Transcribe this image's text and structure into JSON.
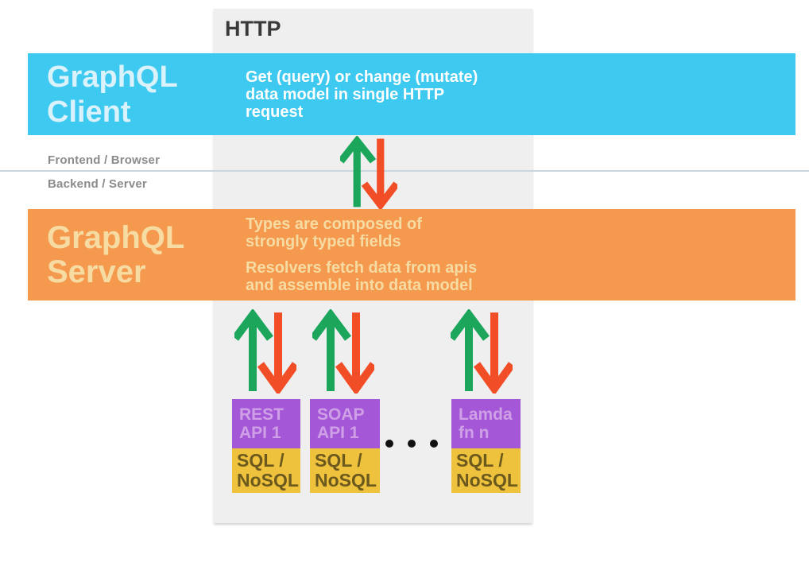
{
  "http_label": "HTTP",
  "client": {
    "title": "GraphQL\nClient",
    "description": "Get (query) or change (mutate)\ndata model in single HTTP\nrequest"
  },
  "boundary": {
    "frontend_label": "Frontend / Browser",
    "backend_label": "Backend / Server"
  },
  "server": {
    "title": "GraphQL\nServer",
    "point_1": "Types are composed of\nstrongly typed fields",
    "point_2": "Resolvers fetch data from apis\nand assemble into data model"
  },
  "backends": [
    {
      "api": "REST\nAPI 1",
      "db": "SQL /\nNoSQL"
    },
    {
      "api": "SOAP\nAPI 1",
      "db": "SQL /\nNoSQL"
    },
    {
      "api": "Lamda\nfn n",
      "db": "SQL /\nNoSQL"
    }
  ],
  "colors": {
    "column_bg": "#efeff0",
    "client_band": "#3ec9f0",
    "server_band": "#f5994e",
    "arrow_up": "#1ca65b",
    "arrow_down": "#f14e27",
    "api_box": "#a458d8",
    "db_box": "#efc23e"
  }
}
